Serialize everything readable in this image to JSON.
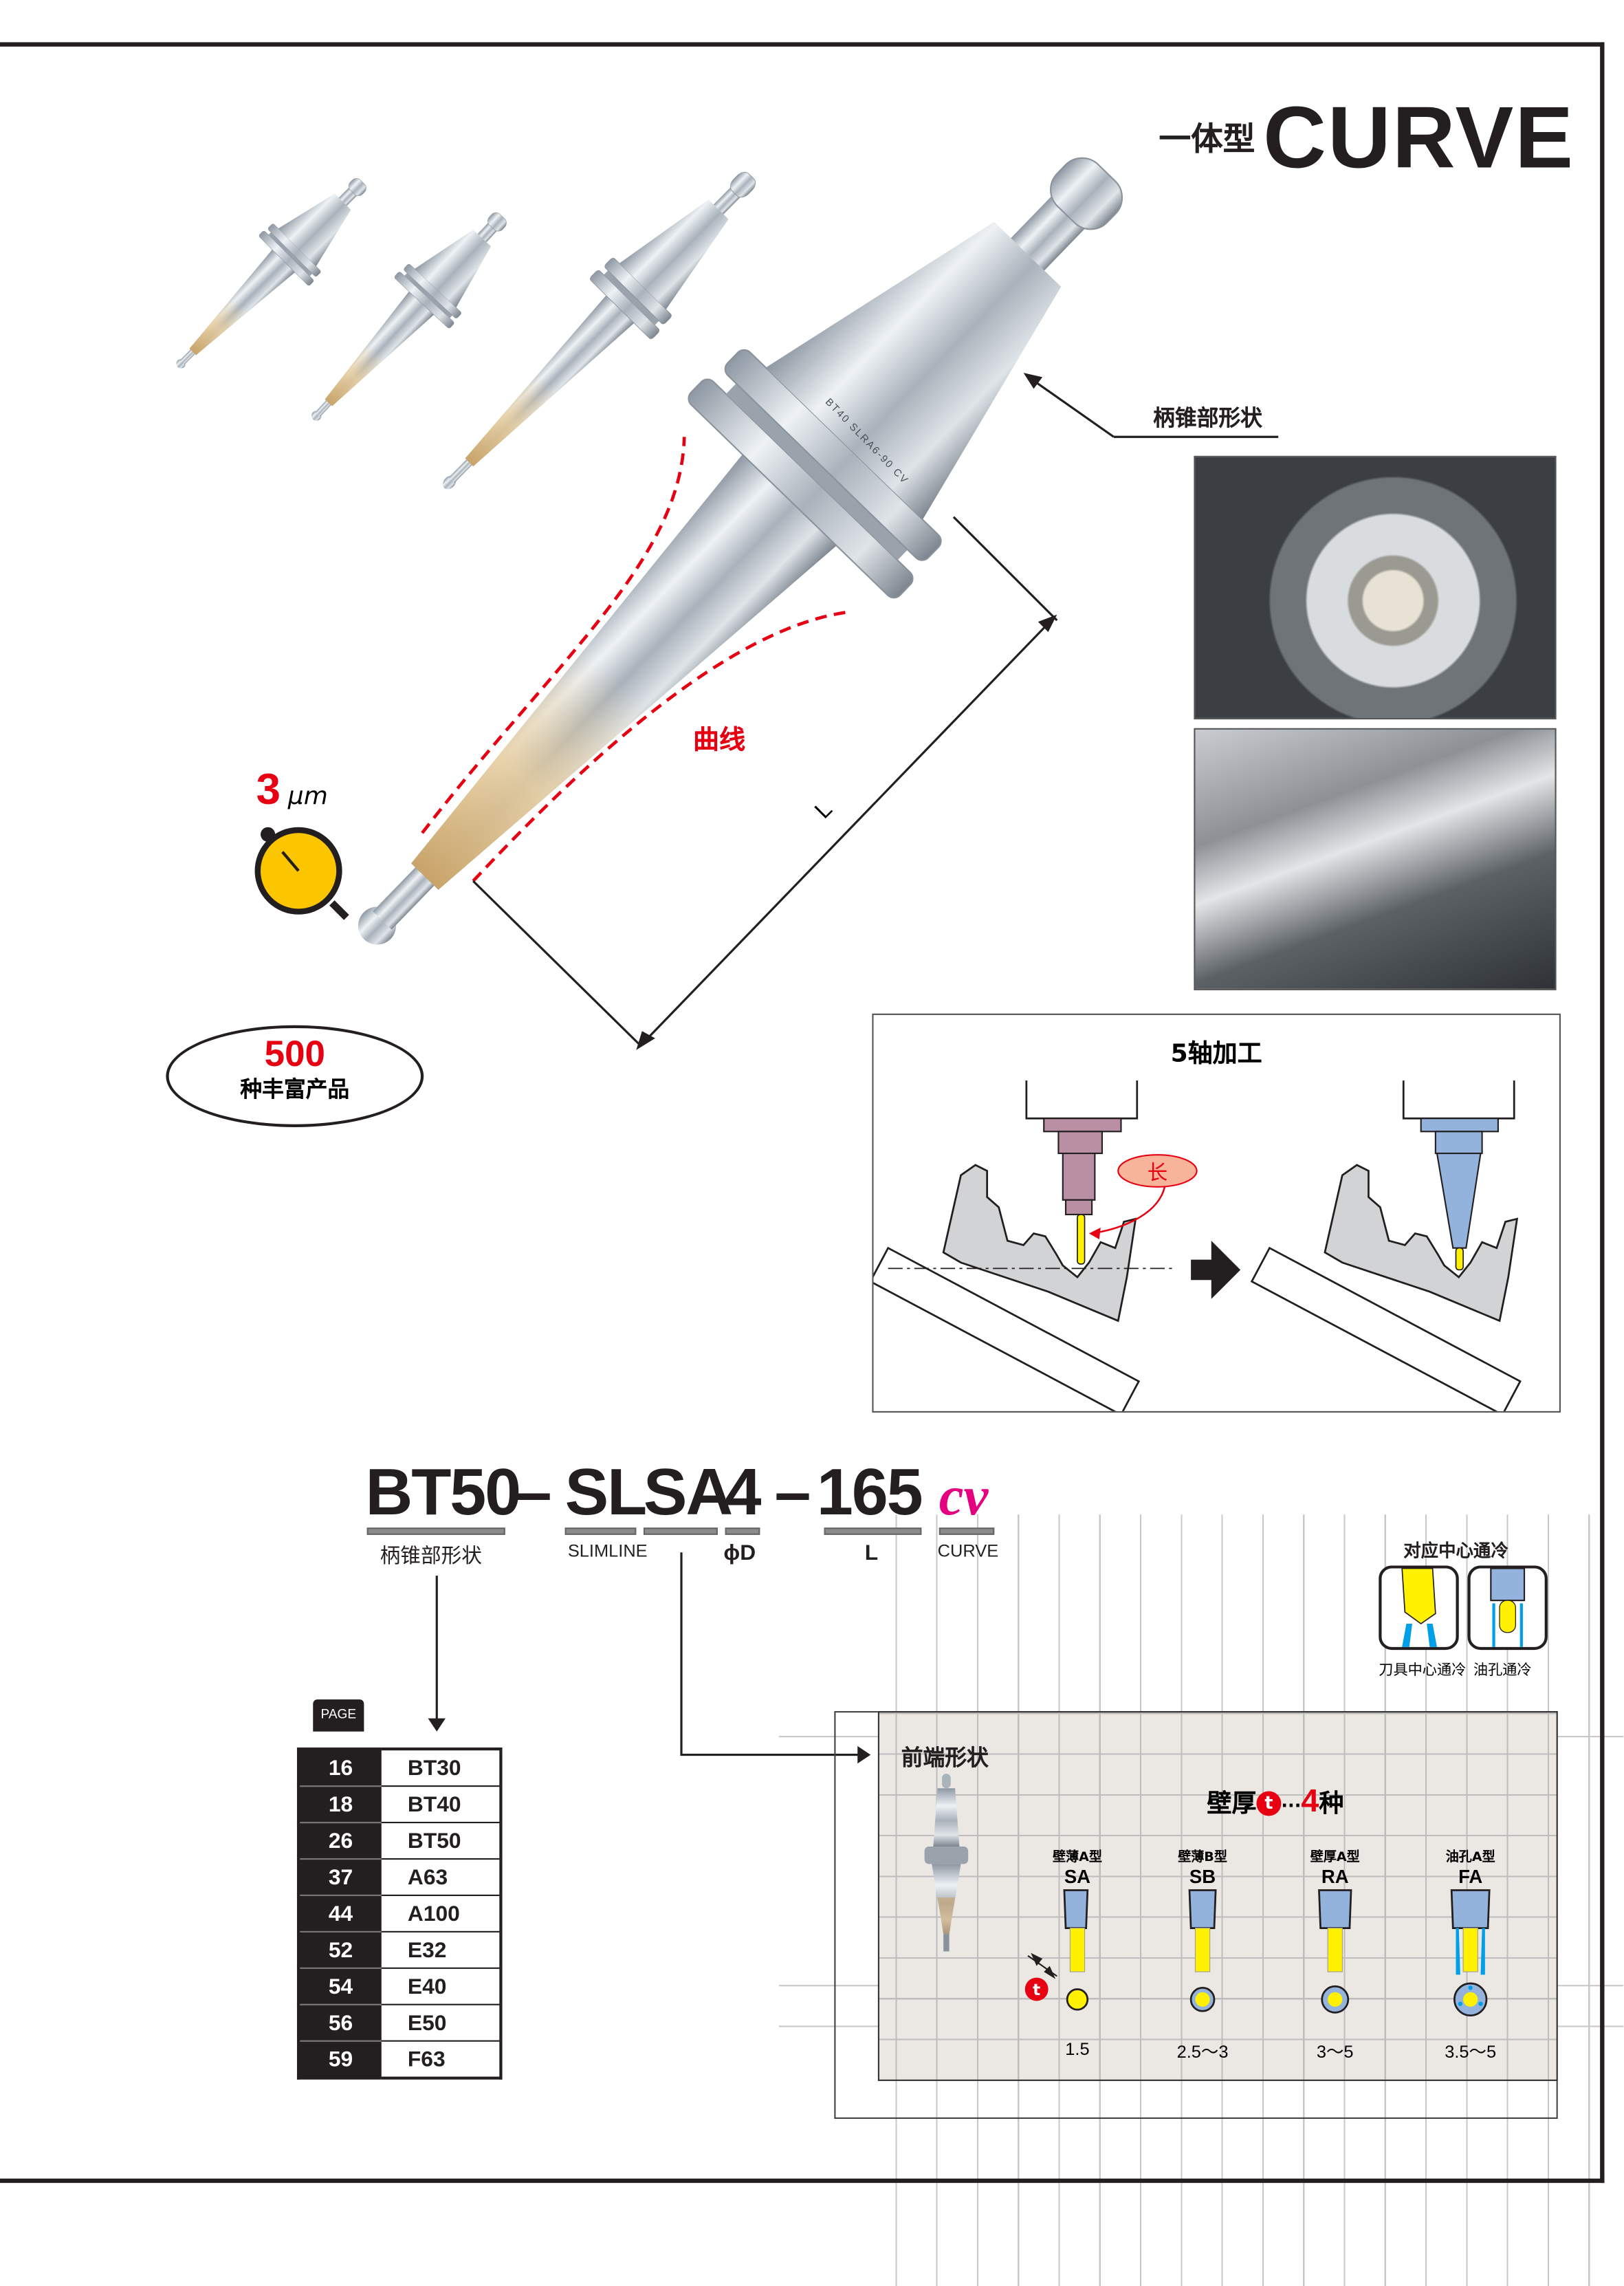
{
  "header": {
    "title_prefix": "一体型",
    "title": "CURVE"
  },
  "hero": {
    "shank_label": "柄锥部形状",
    "curve_label": "曲线",
    "length_label": "L",
    "runout_value": "3",
    "runout_unit": "μm",
    "product_count": "500",
    "product_count_text": "种丰富产品",
    "engraving": "BT40 SLRA6-90 CV"
  },
  "axis_diagram": {
    "title": "5轴加工",
    "long_badge": "长"
  },
  "code": {
    "parts": [
      "BT50",
      "–",
      "SL",
      "SA",
      "4",
      "–",
      "165",
      "cv"
    ],
    "labels": {
      "shank": "柄锥部形状",
      "slimline": "SLIMLINE",
      "diameter": "ϕD",
      "length": "L",
      "curve": "CURVE"
    }
  },
  "coolant": {
    "title": "对应中心通冷",
    "items": [
      {
        "label": "刀具中心通冷"
      },
      {
        "label": "油孔通冷"
      }
    ]
  },
  "page_table": {
    "icon_label": "PAGE",
    "rows": [
      {
        "page": "16",
        "shank": "BT30"
      },
      {
        "page": "18",
        "shank": "BT40"
      },
      {
        "page": "26",
        "shank": "BT50"
      },
      {
        "page": "37",
        "shank": "A63"
      },
      {
        "page": "44",
        "shank": "A100"
      },
      {
        "page": "52",
        "shank": "E32"
      },
      {
        "page": "54",
        "shank": "E40"
      },
      {
        "page": "56",
        "shank": "E50"
      },
      {
        "page": "59",
        "shank": "F63"
      }
    ]
  },
  "tip_shapes": {
    "title": "前端形状",
    "subtitle_pre": "壁厚",
    "t_badge": "t",
    "subtitle_dots": "···",
    "subtitle_count": "4",
    "subtitle_post": "种",
    "types": [
      {
        "type": "壁薄A型",
        "code": "SA",
        "thickness": "1.5"
      },
      {
        "type": "壁薄B型",
        "code": "SB",
        "thickness": "2.5〜3"
      },
      {
        "type": "壁厚A型",
        "code": "RA",
        "thickness": "3〜5"
      },
      {
        "type": "油孔A型",
        "code": "FA",
        "thickness": "3.5〜5"
      }
    ]
  },
  "colors": {
    "accent_red": "#e60012",
    "cv_magenta": "#e4007f",
    "tool_yellow": "#fff100",
    "holder_blue": "#93b3dc",
    "holder_mauve": "#b88fa3",
    "coolant_cyan": "#00a0e9"
  }
}
